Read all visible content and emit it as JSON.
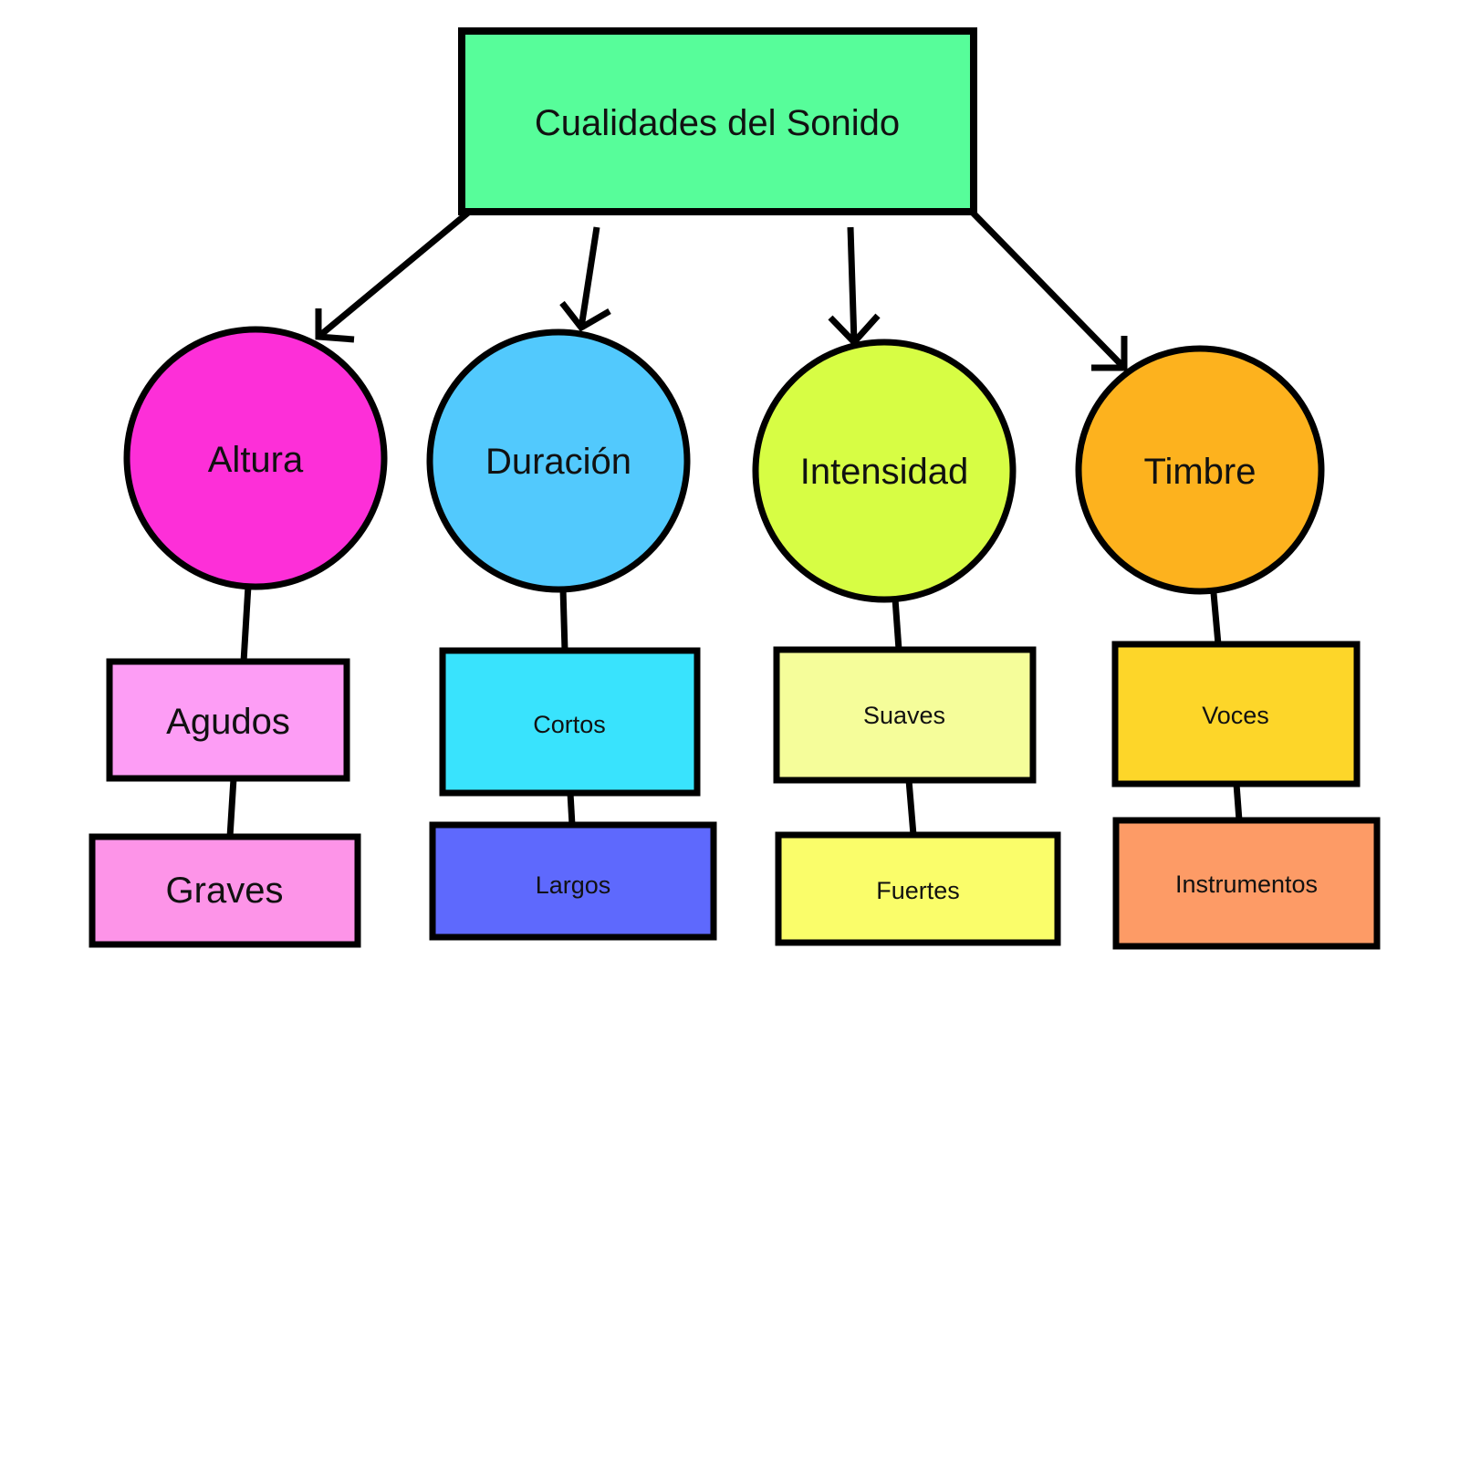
{
  "root": {
    "label": "Cualidades del  Sonido",
    "color": "#57fd9a"
  },
  "categories": [
    {
      "label": "Altura",
      "color": "#fd2fd8",
      "items": [
        {
          "label": "Agudos",
          "color": "#fd9df5"
        },
        {
          "label": "Graves",
          "color": "#fd94e8"
        }
      ]
    },
    {
      "label": "Duración",
      "color": "#52c9fd",
      "items": [
        {
          "label": "Cortos",
          "color": "#39e3fd"
        },
        {
          "label": "Largos",
          "color": "#5e69fd"
        }
      ]
    },
    {
      "label": "Intensidad",
      "color": "#d7fd44",
      "items": [
        {
          "label": "Suaves",
          "color": "#f5fd9a"
        },
        {
          "label": "Fuertes",
          "color": "#fafd6a"
        }
      ]
    },
    {
      "label": "Timbre",
      "color": "#fdb21e",
      "items": [
        {
          "label": "Voces",
          "color": "#fdd629"
        },
        {
          "label": "Instrumentos",
          "color": "#fd9b66"
        }
      ]
    }
  ]
}
